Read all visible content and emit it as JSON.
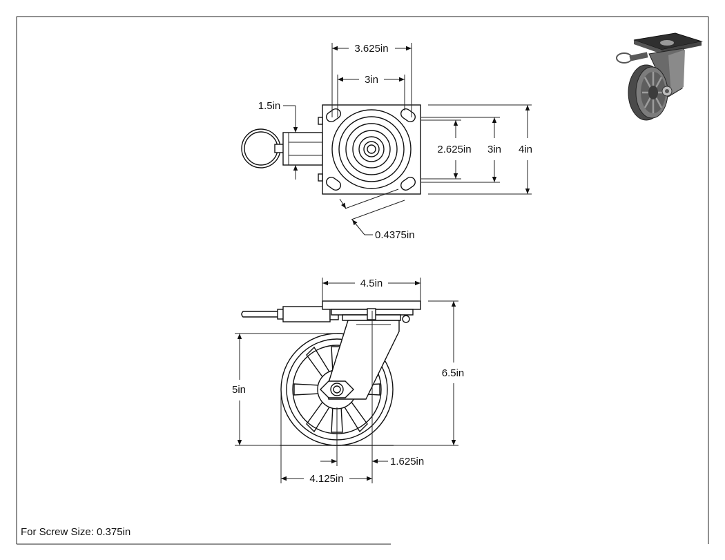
{
  "dimensions": {
    "top_width_outer": "3.625in",
    "top_width_inner": "3in",
    "brake_width": "1.5in",
    "hole_spacing": "2.625in",
    "plate_inner": "3in",
    "plate_height": "4in",
    "slot_width": "0.4375in",
    "side_plate_width": "4.5in",
    "overall_height": "6.5in",
    "wheel_diameter": "5in",
    "offset": "1.625in",
    "swivel_radius": "4.125in"
  },
  "note": "For Screw Size: 0.375in",
  "colors": {
    "line": "#111111",
    "background": "#ffffff",
    "iso_dark": "#3a3a3a",
    "iso_mid": "#7a7a7a"
  }
}
